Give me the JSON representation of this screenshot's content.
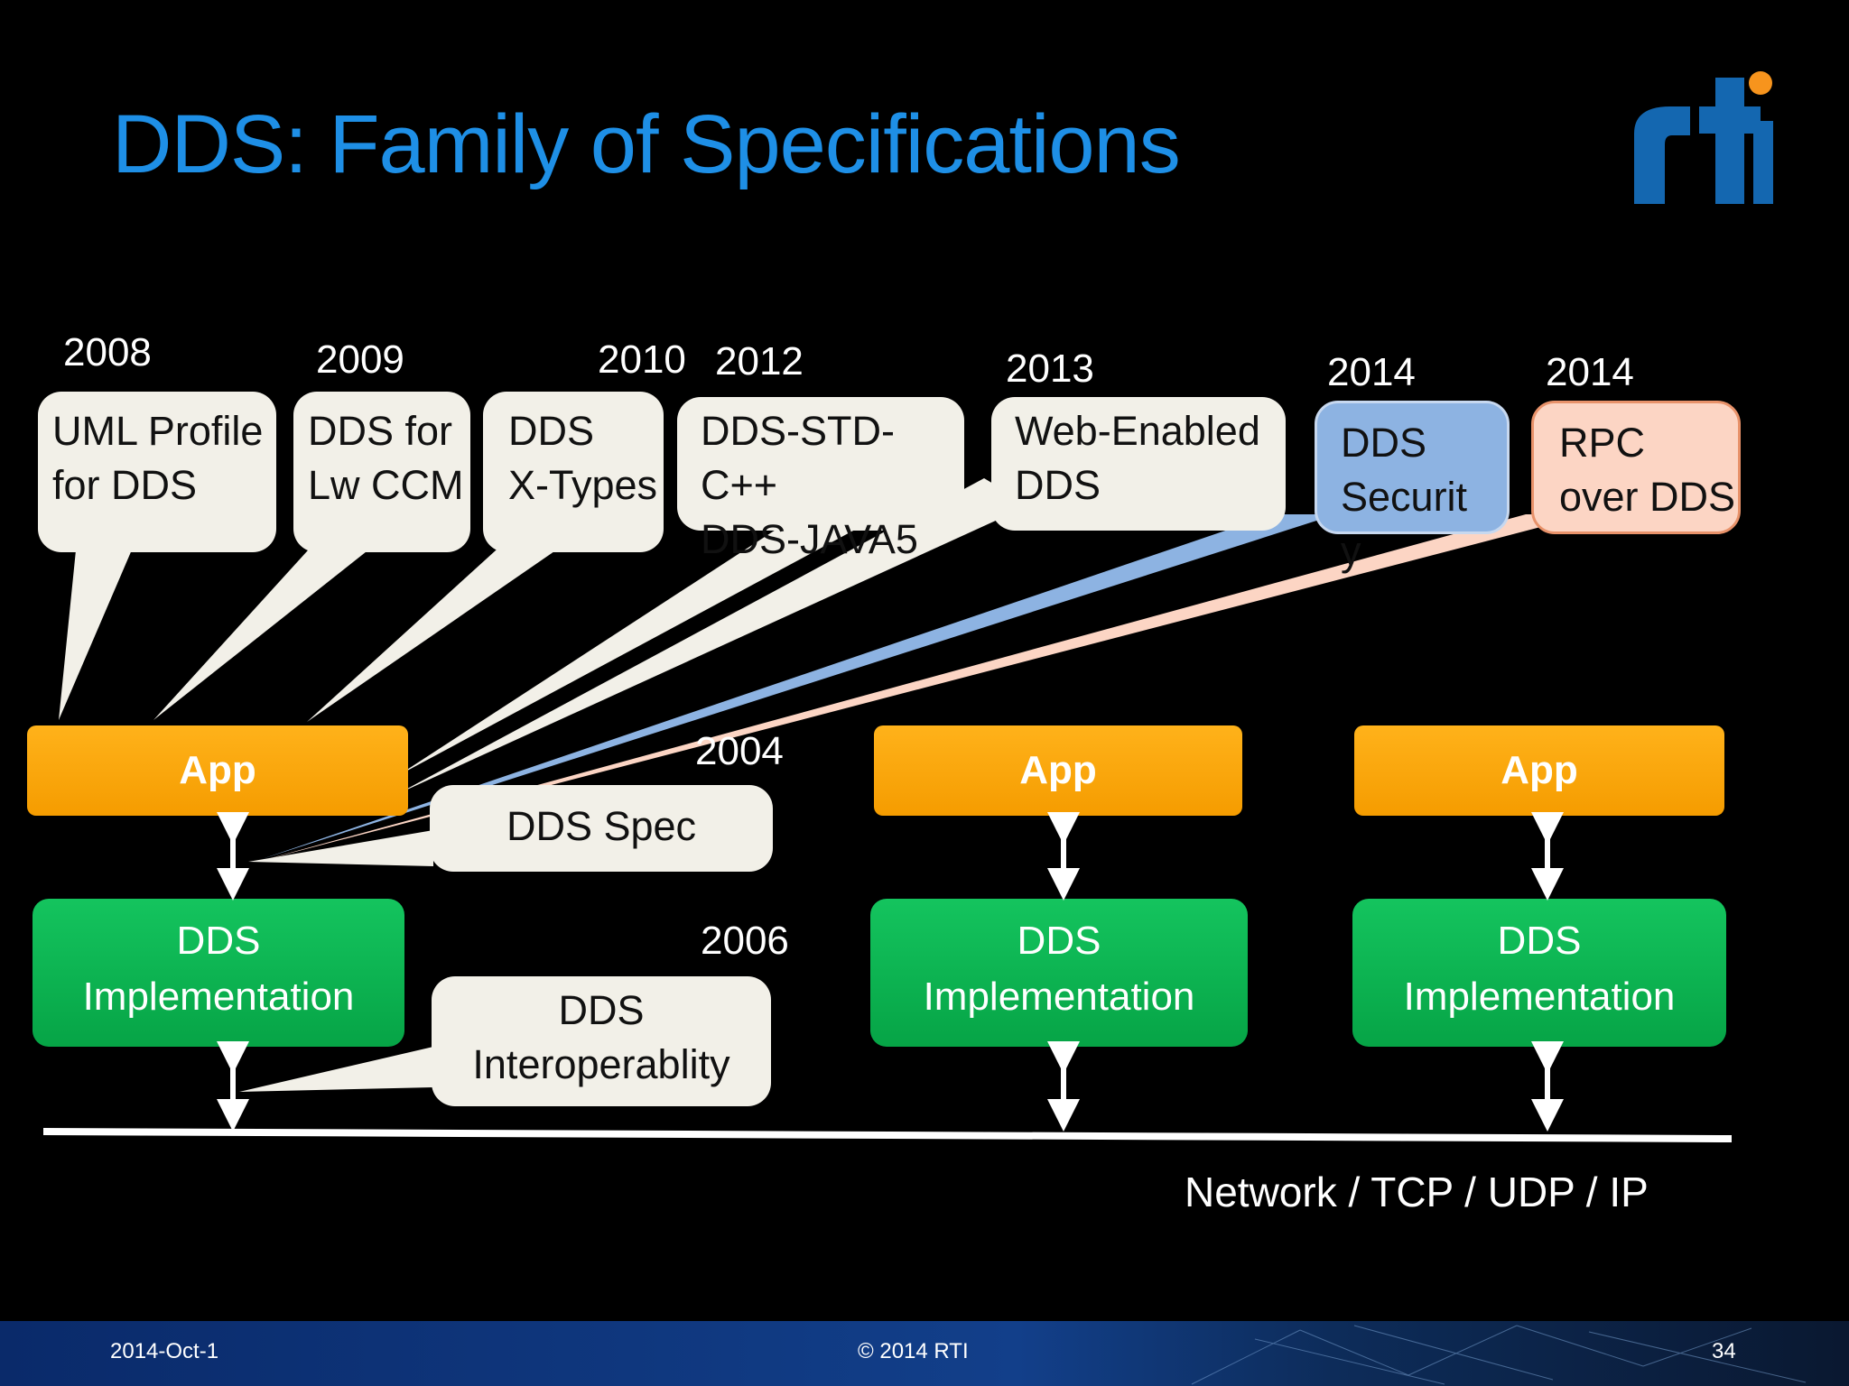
{
  "slide": {
    "title": "DDS: Family of Specifications",
    "logo_text": "rti"
  },
  "callouts": [
    {
      "year": "2008",
      "text": "UML Profile\nfor DDS"
    },
    {
      "year": "2009",
      "text": "DDS for\nLw CCM"
    },
    {
      "year": "2010",
      "text": "DDS\nX-Types"
    },
    {
      "year": "2012",
      "text": "DDS-STD-C++\nDDS-JAVA5"
    },
    {
      "year": "2013",
      "text": "Web-Enabled\nDDS"
    },
    {
      "year": "2014",
      "text": "DDS\nSecurit\ny"
    },
    {
      "year": "2014",
      "text": "RPC\nover DDS"
    }
  ],
  "spec_callout": {
    "year": "2004",
    "text": "DDS Spec"
  },
  "interop_callout": {
    "year": "2006",
    "text": "DDS\nInteroperablity"
  },
  "stacks": [
    {
      "app": "App",
      "impl": "DDS\nImplementation"
    },
    {
      "app": "App",
      "impl": "DDS\nImplementation"
    },
    {
      "app": "App",
      "impl": "DDS\nImplementation"
    }
  ],
  "network_label": "Network / TCP / UDP / IP",
  "footer": {
    "date": "2014-Oct-1",
    "copyright": "© 2014 RTI",
    "page": "34"
  },
  "colors": {
    "title": "#1e8fe6",
    "app": "#f8a30b",
    "impl": "#08b04e",
    "callout": "#f2f0e8",
    "security": "#8db3e2",
    "rpc": "#fcd5c4"
  }
}
